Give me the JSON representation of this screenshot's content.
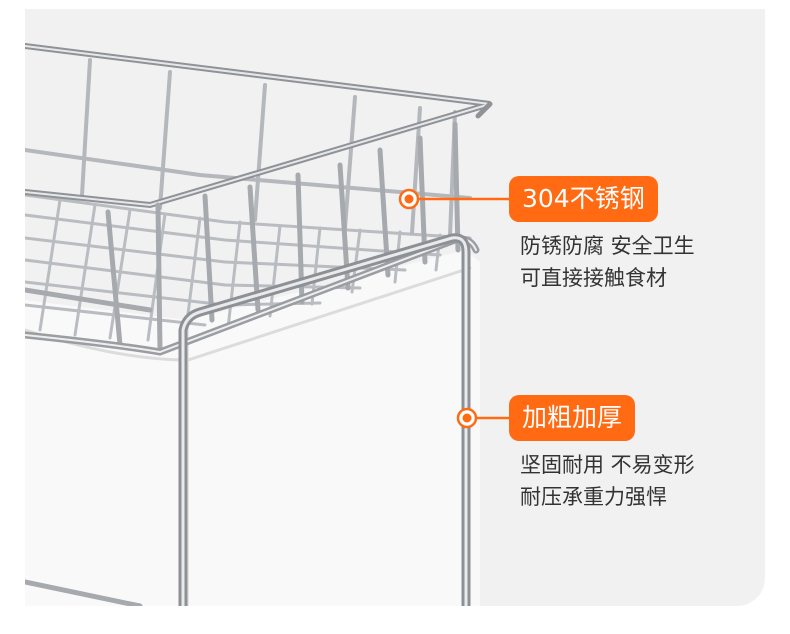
{
  "colors": {
    "accent": "#ff6a13",
    "panel_background": "#f1f1f1",
    "text": "#333333",
    "steel": "#a6a9ad"
  },
  "image": {
    "subject": "stainless-steel-wire-rack-basket"
  },
  "features": [
    {
      "badge": "304不锈钢",
      "line1": "防锈防腐 安全卫生",
      "line2": "可直接接触食材"
    },
    {
      "badge": "加粗加厚",
      "line1": "坚固耐用 不易变形",
      "line2": "耐压承重力强悍"
    }
  ]
}
